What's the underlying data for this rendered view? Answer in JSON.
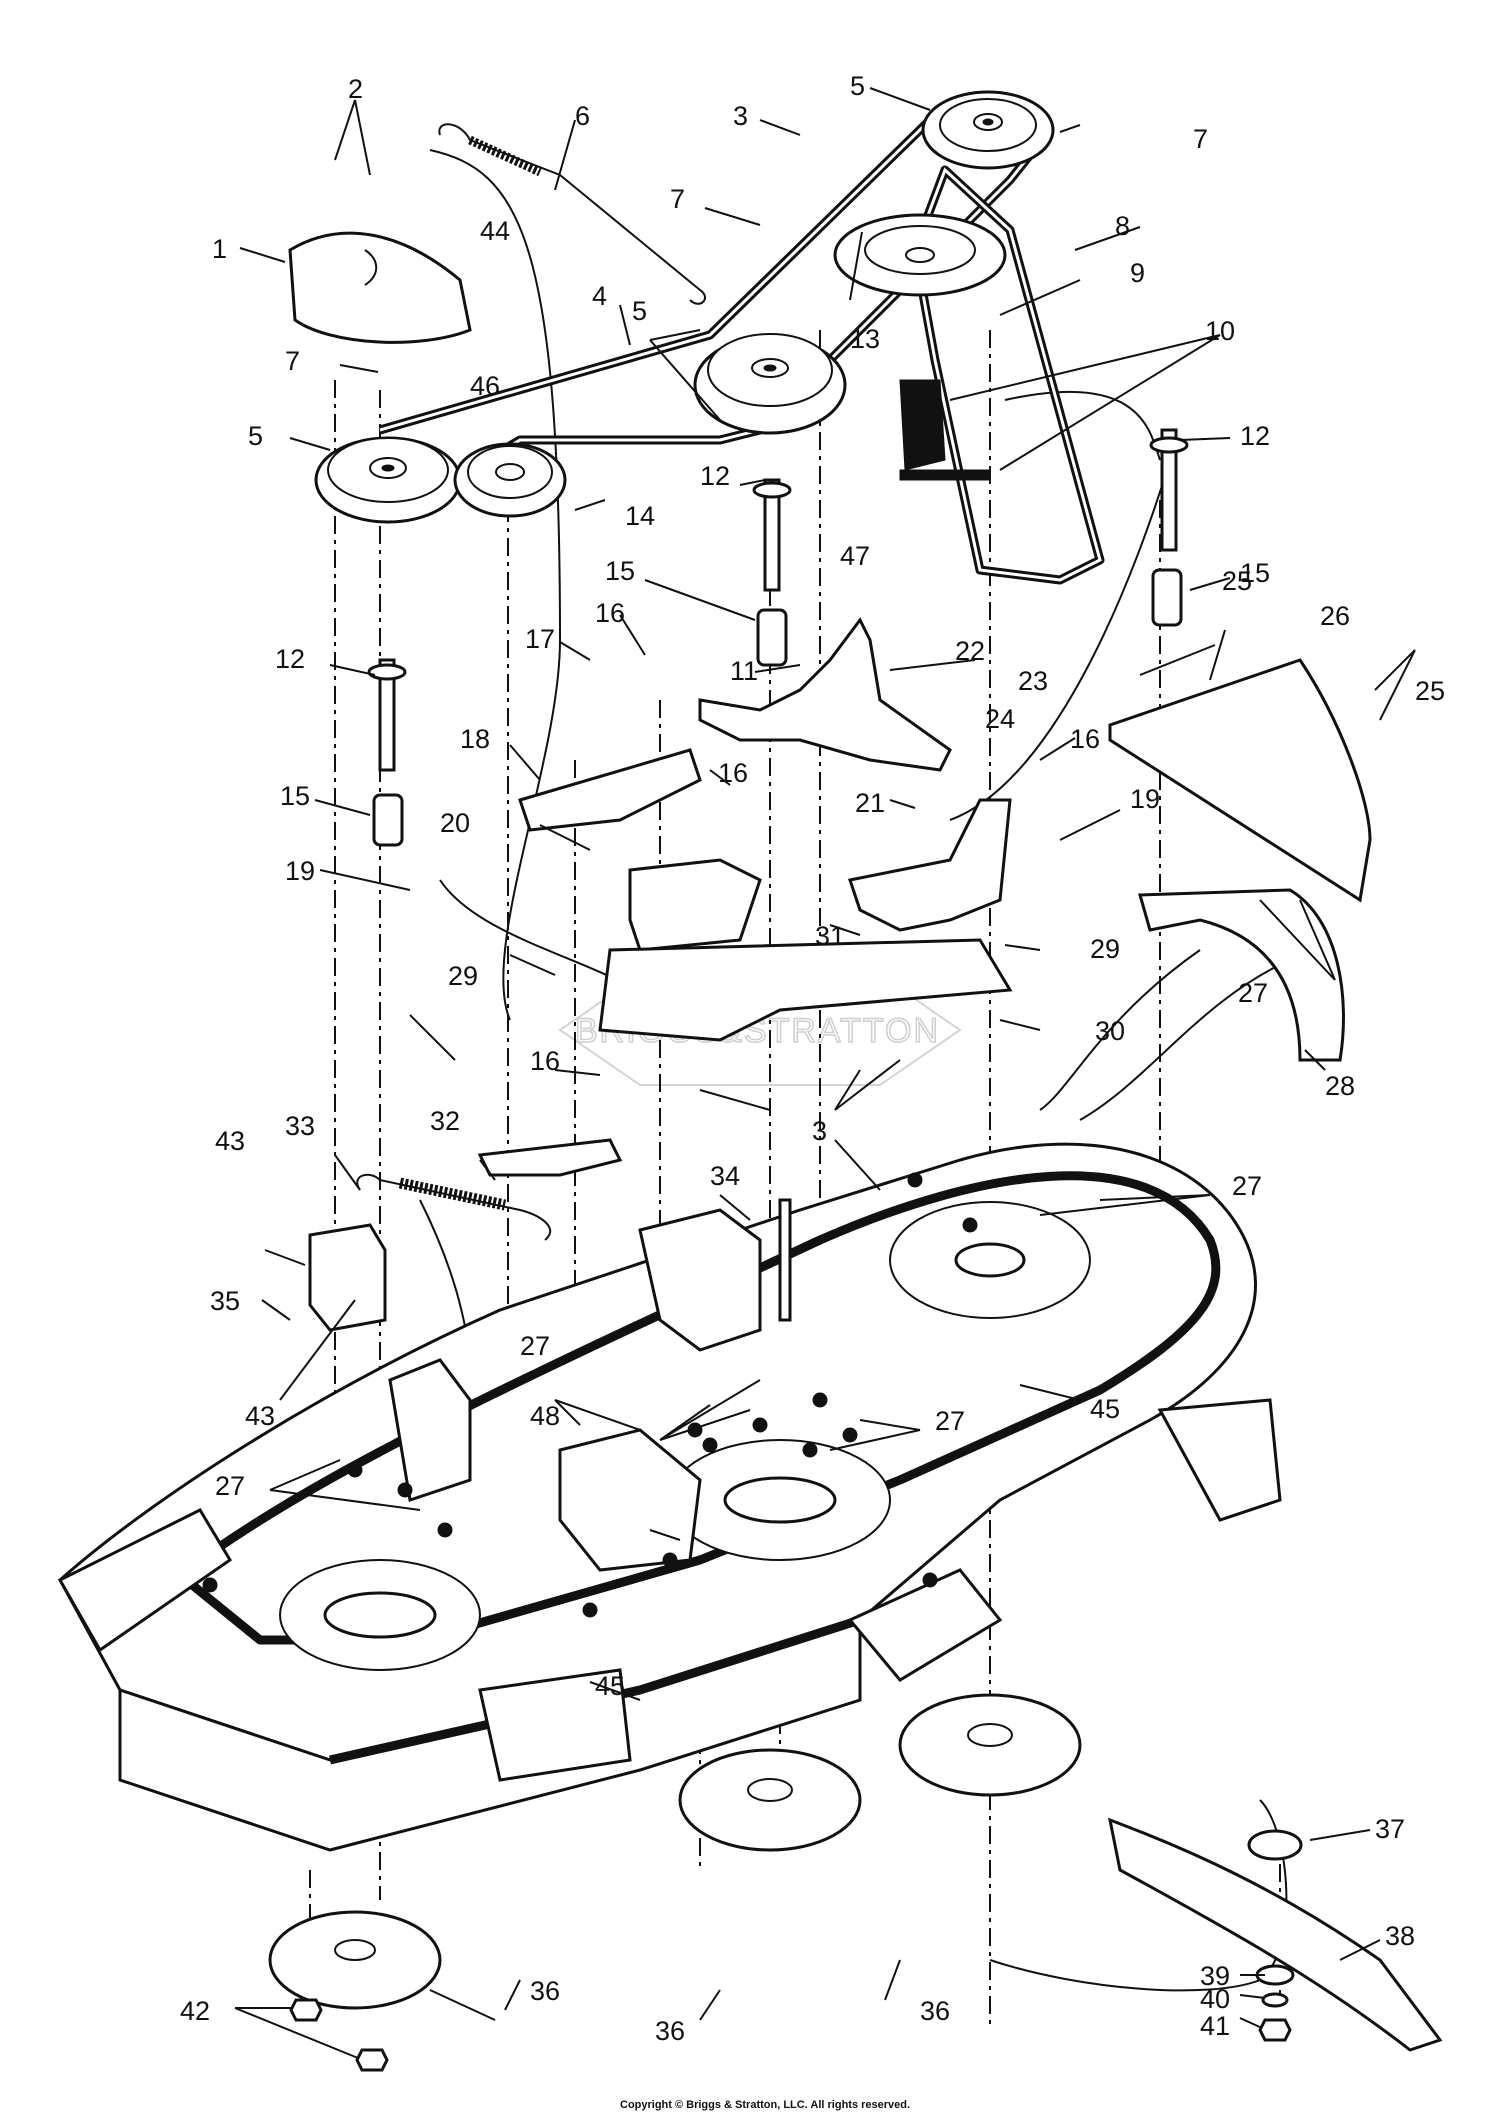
{
  "watermark": "BRIGGS&STRATTON",
  "copyright": "Copyright © Briggs & Stratton, LLC. All rights reserved.",
  "callouts": [
    {
      "id": "c-1",
      "text": "1"
    },
    {
      "id": "c-2",
      "text": "2"
    },
    {
      "id": "c-3a",
      "text": "3"
    },
    {
      "id": "c-3b",
      "text": "3"
    },
    {
      "id": "c-4",
      "text": "4"
    },
    {
      "id": "c-5a",
      "text": "5"
    },
    {
      "id": "c-5b",
      "text": "5"
    },
    {
      "id": "c-5c",
      "text": "5"
    },
    {
      "id": "c-6",
      "text": "6"
    },
    {
      "id": "c-7a",
      "text": "7"
    },
    {
      "id": "c-7b",
      "text": "7"
    },
    {
      "id": "c-7c",
      "text": "7"
    },
    {
      "id": "c-8",
      "text": "8"
    },
    {
      "id": "c-9",
      "text": "9"
    },
    {
      "id": "c-10",
      "text": "10"
    },
    {
      "id": "c-11",
      "text": "11"
    },
    {
      "id": "c-12a",
      "text": "12"
    },
    {
      "id": "c-12b",
      "text": "12"
    },
    {
      "id": "c-12c",
      "text": "12"
    },
    {
      "id": "c-13",
      "text": "13"
    },
    {
      "id": "c-14",
      "text": "14"
    },
    {
      "id": "c-15a",
      "text": "15"
    },
    {
      "id": "c-15b",
      "text": "15"
    },
    {
      "id": "c-15c",
      "text": "15"
    },
    {
      "id": "c-16a",
      "text": "16"
    },
    {
      "id": "c-16b",
      "text": "16"
    },
    {
      "id": "c-16c",
      "text": "16"
    },
    {
      "id": "c-16d",
      "text": "16"
    },
    {
      "id": "c-17",
      "text": "17"
    },
    {
      "id": "c-18",
      "text": "18"
    },
    {
      "id": "c-19a",
      "text": "19"
    },
    {
      "id": "c-19b",
      "text": "19"
    },
    {
      "id": "c-20",
      "text": "20"
    },
    {
      "id": "c-21",
      "text": "21"
    },
    {
      "id": "c-22",
      "text": "22"
    },
    {
      "id": "c-23",
      "text": "23"
    },
    {
      "id": "c-24",
      "text": "24"
    },
    {
      "id": "c-25a",
      "text": "25"
    },
    {
      "id": "c-25b",
      "text": "25"
    },
    {
      "id": "c-26",
      "text": "26"
    },
    {
      "id": "c-27a",
      "text": "27"
    },
    {
      "id": "c-27b",
      "text": "27"
    },
    {
      "id": "c-27c",
      "text": "27"
    },
    {
      "id": "c-27d",
      "text": "27"
    },
    {
      "id": "c-27e",
      "text": "27"
    },
    {
      "id": "c-28",
      "text": "28"
    },
    {
      "id": "c-29a",
      "text": "29"
    },
    {
      "id": "c-29b",
      "text": "29"
    },
    {
      "id": "c-30",
      "text": "30"
    },
    {
      "id": "c-31",
      "text": "31"
    },
    {
      "id": "c-32",
      "text": "32"
    },
    {
      "id": "c-33",
      "text": "33"
    },
    {
      "id": "c-34",
      "text": "34"
    },
    {
      "id": "c-35",
      "text": "35"
    },
    {
      "id": "c-36a",
      "text": "36"
    },
    {
      "id": "c-36b",
      "text": "36"
    },
    {
      "id": "c-36c",
      "text": "36"
    },
    {
      "id": "c-37",
      "text": "37"
    },
    {
      "id": "c-38",
      "text": "38"
    },
    {
      "id": "c-39",
      "text": "39"
    },
    {
      "id": "c-40",
      "text": "40"
    },
    {
      "id": "c-41",
      "text": "41"
    },
    {
      "id": "c-42",
      "text": "42"
    },
    {
      "id": "c-43a",
      "text": "43"
    },
    {
      "id": "c-43b",
      "text": "43"
    },
    {
      "id": "c-44",
      "text": "44"
    },
    {
      "id": "c-45a",
      "text": "45"
    },
    {
      "id": "c-45b",
      "text": "45"
    },
    {
      "id": "c-46",
      "text": "46"
    },
    {
      "id": "c-47",
      "text": "47"
    },
    {
      "id": "c-48",
      "text": "48"
    }
  ]
}
